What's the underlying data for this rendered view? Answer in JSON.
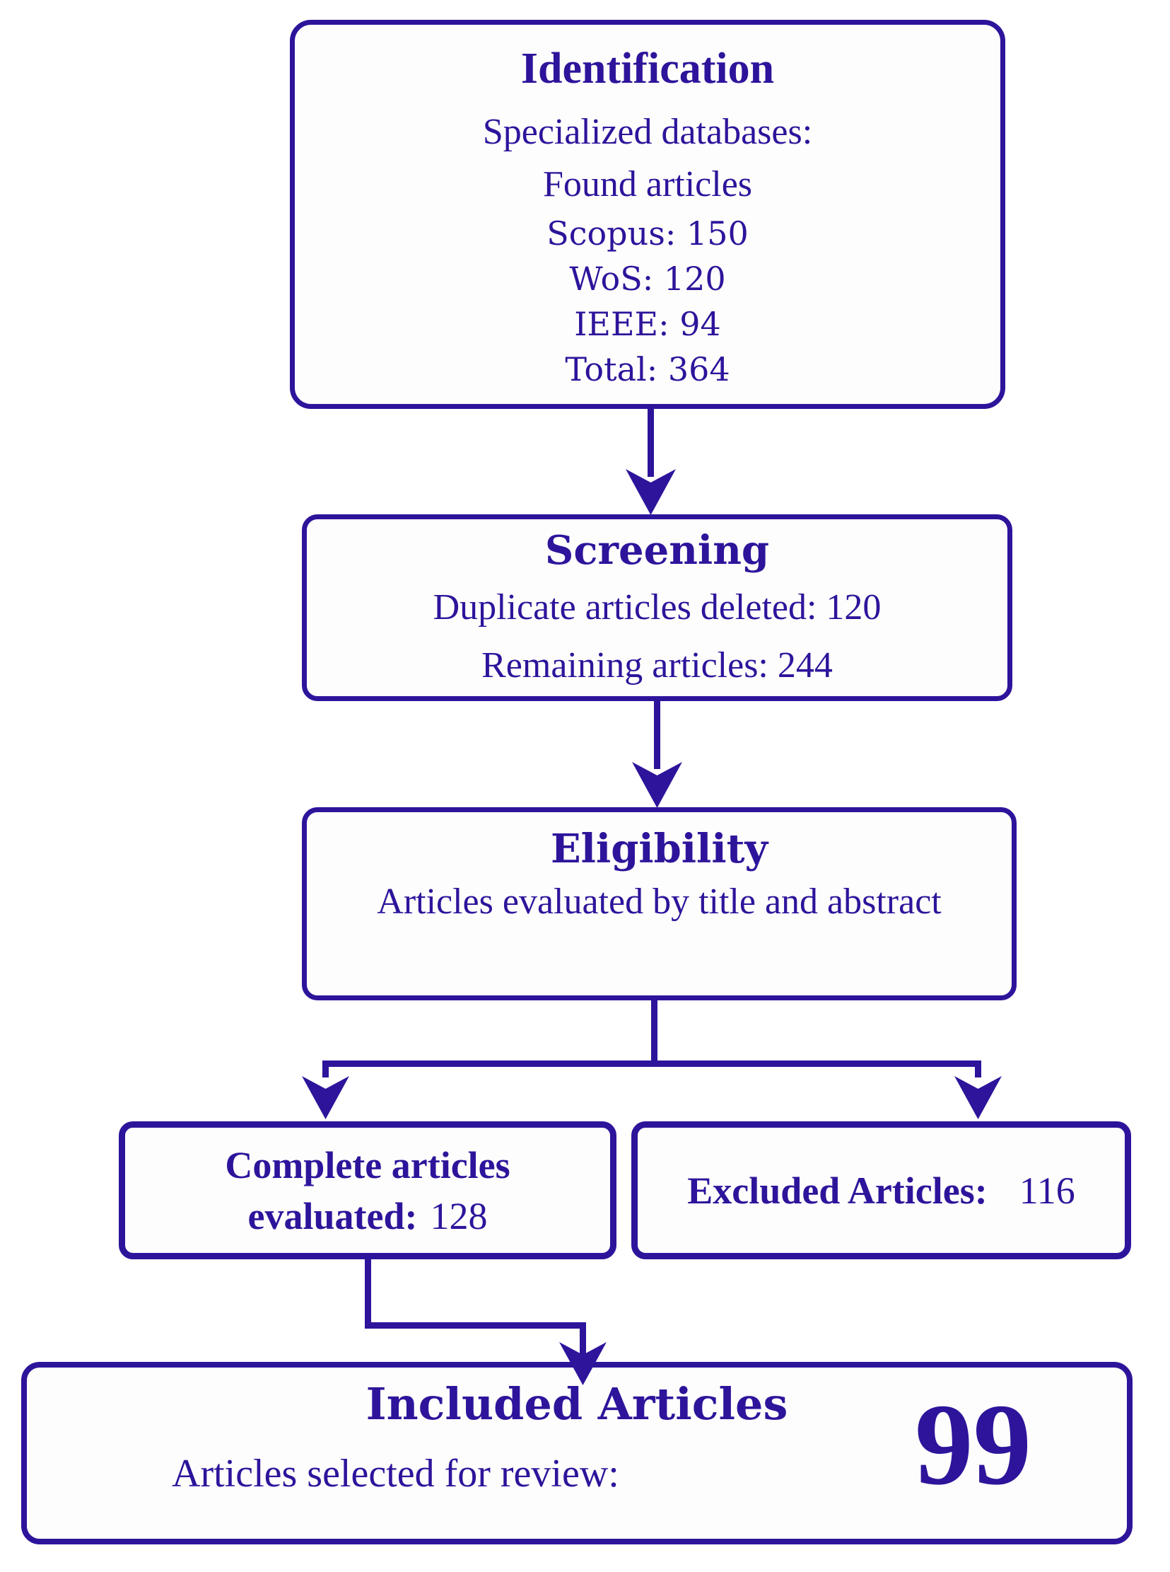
{
  "colors": {
    "ink": "#2e149b"
  },
  "boxes": {
    "identification": {
      "title": "Identification",
      "line1": "Specialized databases:",
      "line2": "Found articles",
      "stats": [
        "Scopus: 150",
        "WoS: 120",
        "IEEE: 94",
        "Total: 364"
      ]
    },
    "screening": {
      "title": "Screening",
      "line1": "Duplicate articles deleted: 120",
      "line2": "Remaining articles: 244"
    },
    "eligibility": {
      "title": "Eligibility",
      "body": "Articles evaluated by title and abstract"
    },
    "complete": {
      "line1": "Complete articles",
      "line2_label": "evaluated:",
      "line2_value": "128"
    },
    "excluded": {
      "label": "Excluded Articles:",
      "value": "116"
    },
    "included": {
      "title": "Included Articles",
      "label": "Articles selected for review:",
      "value": "99"
    }
  }
}
